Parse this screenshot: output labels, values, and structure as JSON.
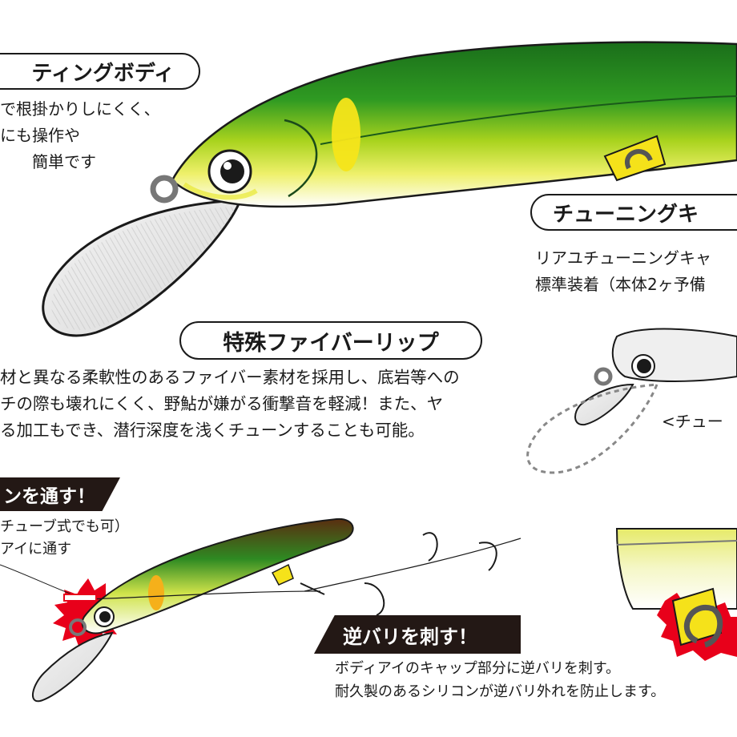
{
  "colors": {
    "lure_green": "#1e8a1e",
    "lure_yellow": "#f3e61e",
    "lure_brown": "#5a2e10",
    "accent_red": "#e8001a",
    "label_dark": "#231815",
    "ink": "#1a1a1a"
  },
  "sections": {
    "diving_body": {
      "title": "ティングボディ",
      "lines": [
        "で根掛かりしにくく、",
        "にも操作や",
        "簡単です"
      ]
    },
    "tuning_cap": {
      "title": "チューニングキ",
      "lines": [
        "リアユチューニングキャ",
        "標準装着（本体2ヶ予備"
      ]
    },
    "fiber_lip": {
      "title": "特殊ファイバーリップ",
      "lines": [
        "材と異なる柔軟性のあるファイバー素材を採用し、底岩等への",
        "チの際も壊れにくく、野鮎が嫌がる衝撃音を軽減！また、ヤ",
        "る加工もでき、潜行深度を浅くチューンすることも可能。"
      ]
    },
    "tune_caption": {
      "text": "<チュー"
    },
    "thread_line": {
      "title": "ンを通す！",
      "lines": [
        "チューブ式でも可）",
        "アイに通す"
      ]
    },
    "barb": {
      "title": "逆バリを刺す！",
      "lines": [
        "ボディアイのキャップ部分に逆バリを刺す。",
        "耐久製のあるシリコンが逆バリ外れを防止します。"
      ]
    }
  },
  "illustrations": {
    "main_lure": "fishing-minnow-lure",
    "small_lure": "small-minnow-with-rig",
    "outline_lure": "lure-outline-with-dashed-lip",
    "detail_lure": "lure-tail-detail-with-cap"
  }
}
